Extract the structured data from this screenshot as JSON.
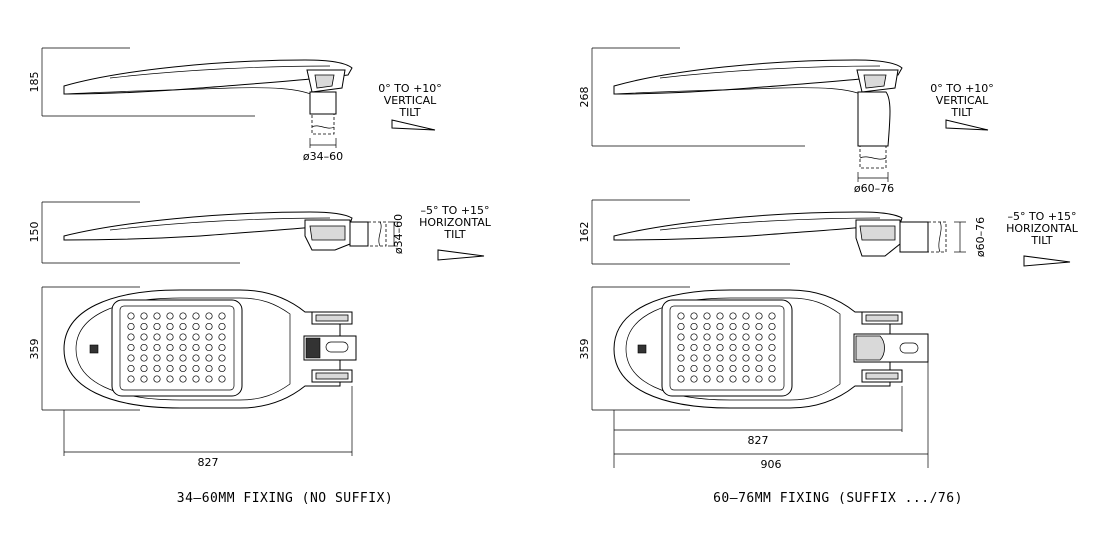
{
  "left": {
    "side_view": {
      "height_dim": "185",
      "tilt_label": [
        "0° TO +10°",
        "VERTICAL",
        "TILT"
      ],
      "pipe_dim": "ø34–60"
    },
    "top_view": {
      "height_dim": "150",
      "tilt_label": [
        "–5° TO +15°",
        "HORIZONTAL",
        "TILT"
      ],
      "pipe_dim": "ø34–60"
    },
    "plan_view": {
      "width_dim": "359",
      "length_dims": [
        "827"
      ]
    },
    "caption": "34–60MM FIXING (NO SUFFIX)"
  },
  "right": {
    "side_view": {
      "height_dim": "268",
      "tilt_label": [
        "0° TO +10°",
        "VERTICAL",
        "TILT"
      ],
      "pipe_dim": "ø60–76"
    },
    "top_view": {
      "height_dim": "162",
      "tilt_label": [
        "–5° TO +15°",
        "HORIZONTAL",
        "TILT"
      ],
      "pipe_dim": "ø60–76"
    },
    "plan_view": {
      "width_dim": "359",
      "length_dims": [
        "827",
        "906"
      ]
    },
    "caption": "60–76MM FIXING (SUFFIX .../76)"
  }
}
